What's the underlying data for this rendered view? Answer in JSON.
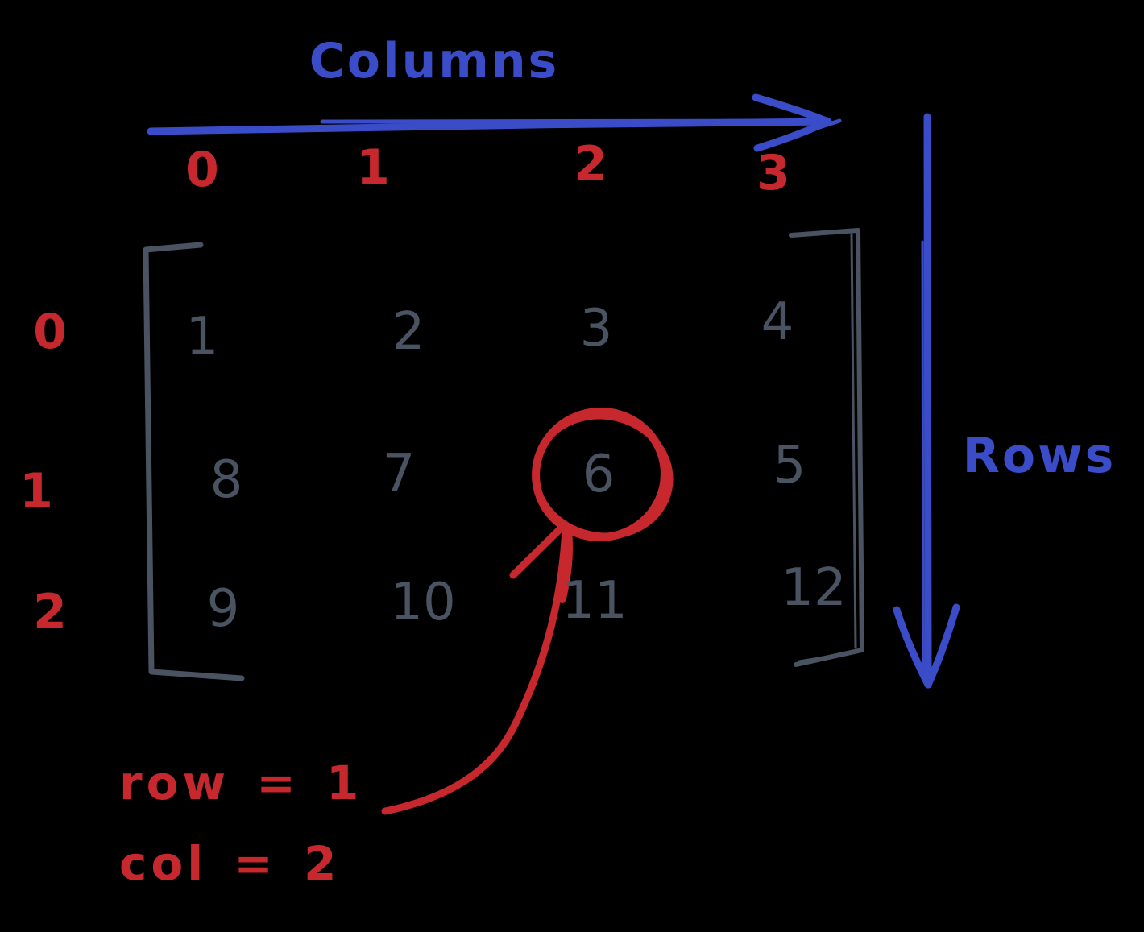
{
  "figure": {
    "description": "Hand-drawn diagram of 2D matrix indexing with axes for columns and rows",
    "background": "#000000"
  },
  "colors": {
    "blue": "#3a4cc8",
    "red": "#c7282e",
    "gray": "#4a5361",
    "background": "#000000"
  },
  "axes": {
    "columns_label": "Columns",
    "rows_label": "Rows"
  },
  "column_indices": [
    "0",
    "1",
    "2",
    "3"
  ],
  "row_indices": [
    "0",
    "1",
    "2"
  ],
  "matrix": {
    "rows": [
      [
        "1",
        "2",
        "3",
        "4"
      ],
      [
        "8",
        "7",
        "6",
        "5"
      ],
      [
        "9",
        "10",
        "11",
        "12"
      ]
    ]
  },
  "highlight": {
    "value": "6",
    "row": 1,
    "col": 2
  },
  "annotation": {
    "line1": "row = 1",
    "line2": "col = 2"
  }
}
